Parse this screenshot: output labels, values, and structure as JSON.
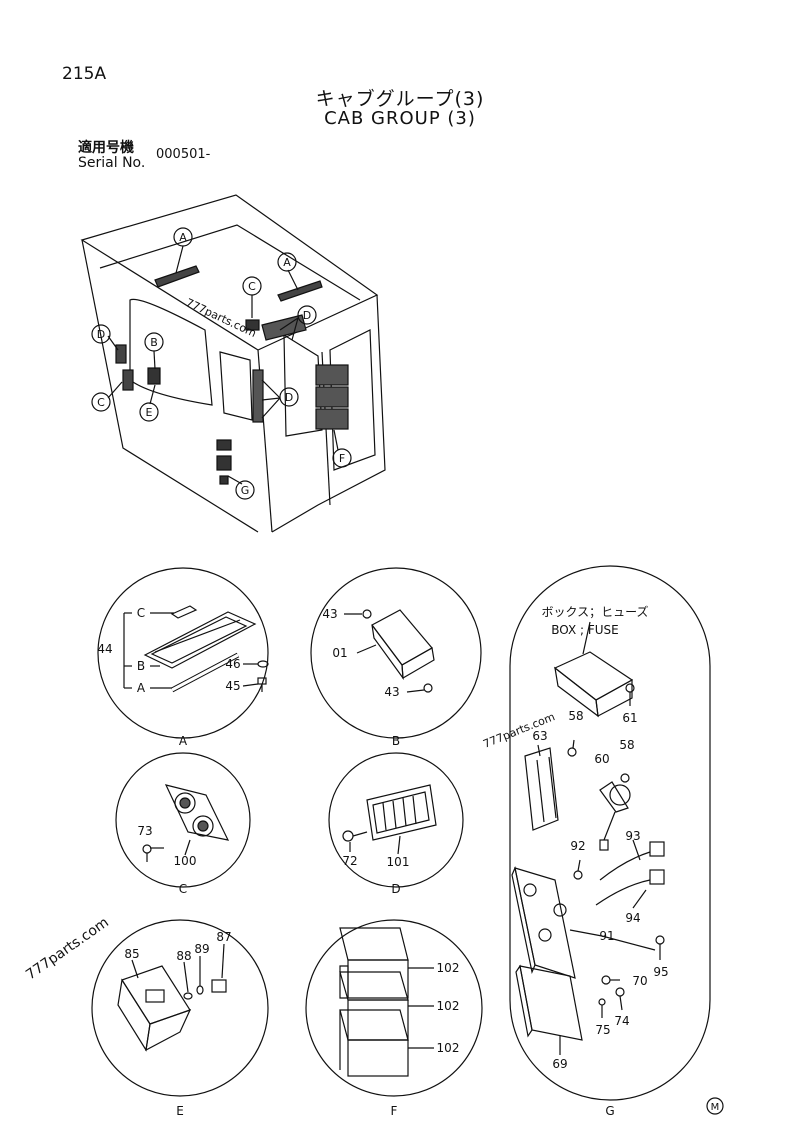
{
  "header": {
    "model": "215A",
    "title_jp": "キャブグループ(3)",
    "title_en": "CAB GROUP (3)",
    "serial_label_jp": "適用号機",
    "serial_label_en": "Serial No.",
    "serial_value": "000501-"
  },
  "watermarks": [
    "777parts.com",
    "777parts.com",
    "777parts.com"
  ],
  "overview_callouts": [
    "A",
    "A",
    "B",
    "C",
    "C",
    "D",
    "D",
    "D",
    "E",
    "F",
    "G"
  ],
  "details": {
    "A": {
      "caption": "A",
      "parts": [
        "44",
        "C",
        "B",
        "A",
        "46",
        "45"
      ]
    },
    "B": {
      "caption": "B",
      "parts": [
        "43",
        "01",
        "43"
      ]
    },
    "C": {
      "caption": "C",
      "parts": [
        "73",
        "100"
      ]
    },
    "D": {
      "caption": "D",
      "parts": [
        "72",
        "101"
      ]
    },
    "E": {
      "caption": "E",
      "parts": [
        "85",
        "88",
        "89",
        "87"
      ]
    },
    "F": {
      "caption": "F",
      "parts": [
        "102",
        "102",
        "102"
      ]
    },
    "G": {
      "caption": "G",
      "box_label_jp": "ボックス；ヒューズ",
      "box_label_en": "BOX ; FUSE",
      "parts": [
        "61",
        "58",
        "63",
        "58",
        "60",
        "93",
        "92",
        "91",
        "94",
        "95",
        "70",
        "74",
        "75",
        "69"
      ]
    }
  },
  "footer_mark": "M"
}
